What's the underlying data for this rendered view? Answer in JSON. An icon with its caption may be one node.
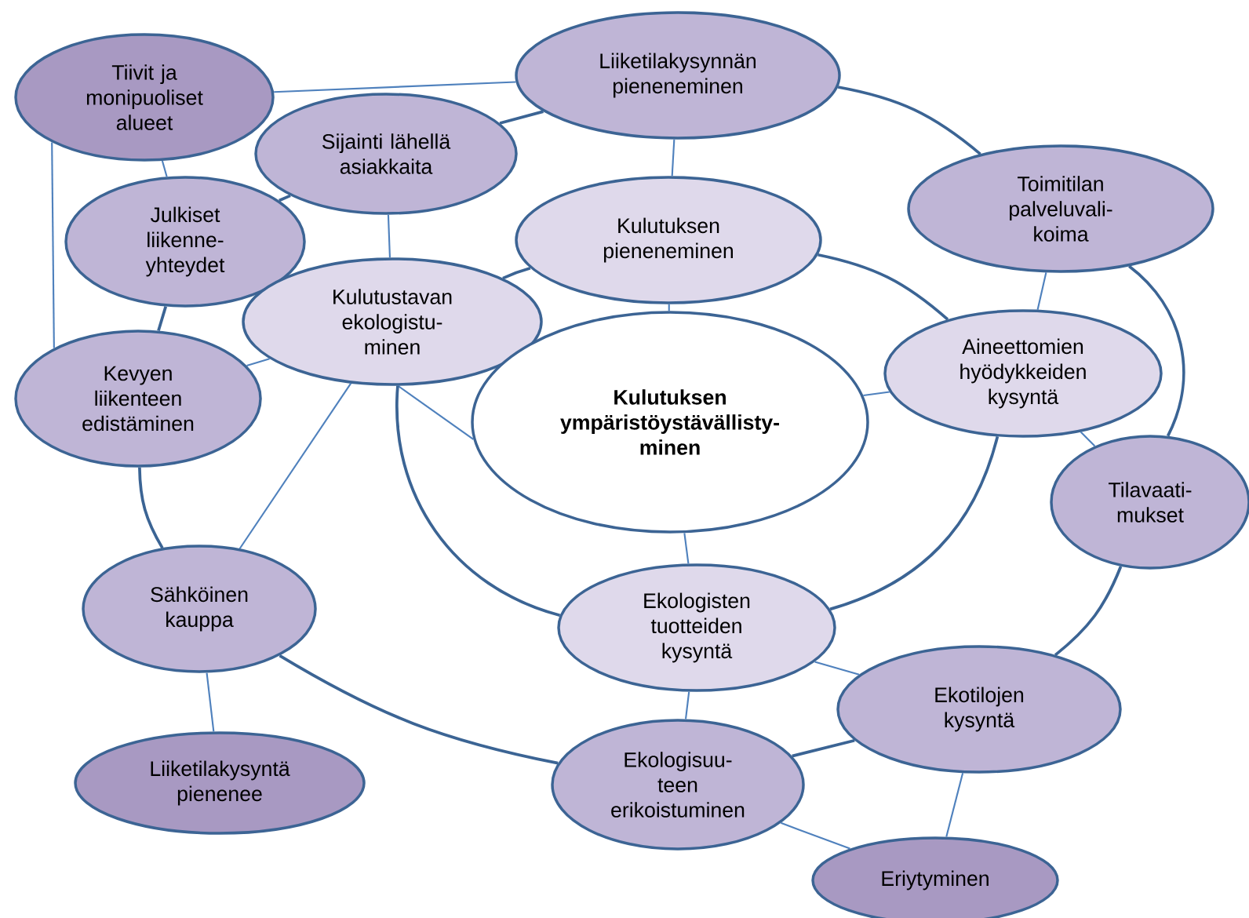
{
  "diagram": {
    "nodes": [
      {
        "text": [
          "Tiivit ja monipuoliset alueet"
        ]
      },
      {
        "text": [
          "Liiketilakysynnän pieneneminen"
        ]
      },
      {
        "text": [
          "Sijainti lähellä asiakkaita"
        ]
      },
      {
        "text": [
          "Toimitilan palveluvali- koima"
        ]
      },
      {
        "text": [
          "Julkiset liikenne- yhteydet"
        ]
      },
      {
        "text": [
          "Kulutuksen pieneneminen"
        ]
      },
      {
        "text": [
          "Kulutustavan ekologistu- minen"
        ]
      },
      {
        "text": [
          "Kevyen liikenteen edistäminen"
        ]
      },
      {
        "text": [
          "Kulutuksen ympäristöystävällisty- minen"
        ]
      },
      {
        "text": [
          "Aineettomien hyödykkeiden kysyntä"
        ]
      },
      {
        "text": [
          "Tilavaati- mukset"
        ]
      },
      {
        "text": [
          "Sähköinen kauppa"
        ]
      },
      {
        "text": [
          "Ekologisten tuotteiden kysyntä"
        ]
      },
      {
        "text": [
          "Ekotilojen kysyntä"
        ]
      },
      {
        "text": [
          "Liiketilakysyntä pienenee"
        ]
      },
      {
        "text": [
          "Ekologisuu- teen erikoistuminen"
        ]
      },
      {
        "text": [
          "Eriytyminen"
        ]
      }
    ],
    "edges": [
      {
        "from": 0,
        "to": 1,
        "arrow": "none"
      },
      {
        "from": 0,
        "to": 4,
        "arrow": "none"
      },
      {
        "from": 0,
        "to": 7,
        "arrow": "none"
      },
      {
        "from": 2,
        "to": 6,
        "arrow": "none"
      },
      {
        "from": 6,
        "to": 7,
        "arrow": "none"
      },
      {
        "from": 6,
        "to": 8,
        "arrow": "none"
      },
      {
        "from": 6,
        "to": 11,
        "arrow": "none"
      },
      {
        "from": 1,
        "to": 5,
        "arrow": "none"
      },
      {
        "from": 5,
        "to": 8,
        "arrow": "none"
      },
      {
        "from": 3,
        "to": 9,
        "arrow": "none"
      },
      {
        "from": 9,
        "to": 8,
        "arrow": "none"
      },
      {
        "from": 9,
        "to": 10,
        "arrow": "none"
      },
      {
        "from": 8,
        "to": 12,
        "arrow": "none"
      },
      {
        "from": 12,
        "to": 13,
        "arrow": "none"
      },
      {
        "from": 12,
        "to": 15,
        "arrow": "none"
      },
      {
        "from": 11,
        "to": 14,
        "arrow": "none"
      },
      {
        "from": 15,
        "to": 16,
        "arrow": "none"
      },
      {
        "from": 13,
        "to": 16,
        "arrow": "none"
      },
      {
        "from": 6,
        "to": 5,
        "arrow": "none",
        "color": "#3b6494"
      },
      {
        "from": 5,
        "to": 9,
        "arrow": "none",
        "color": "#3b6494"
      },
      {
        "from": 9,
        "to": 12,
        "arrow": "none",
        "color": "#3b6494"
      },
      {
        "from": 12,
        "to": 6,
        "arrow": "none",
        "color": "#3b6494"
      },
      {
        "from": 1,
        "to": 3,
        "arrow": "none",
        "color": "#3b6494"
      },
      {
        "from": 3,
        "to": 10,
        "arrow": "none",
        "color": "#3b6494"
      },
      {
        "from": 10,
        "to": 13,
        "arrow": "none",
        "color": "#3b6494"
      },
      {
        "from": 13,
        "to": 15,
        "arrow": "none",
        "color": "#3b6494"
      },
      {
        "from": 15,
        "to": 11,
        "arrow": "none",
        "color": "#3b6494"
      },
      {
        "from": 11,
        "to": 7,
        "arrow": "none",
        "color": "#3b6494"
      },
      {
        "from": 7,
        "to": 4,
        "arrow": "none",
        "color": "#3b6494"
      },
      {
        "from": 4,
        "to": 2,
        "arrow": "none",
        "color": "#3b6494"
      },
      {
        "from": 2,
        "to": 1,
        "arrow": "none",
        "color": "#3b6494"
      }
    ]
  }
}
